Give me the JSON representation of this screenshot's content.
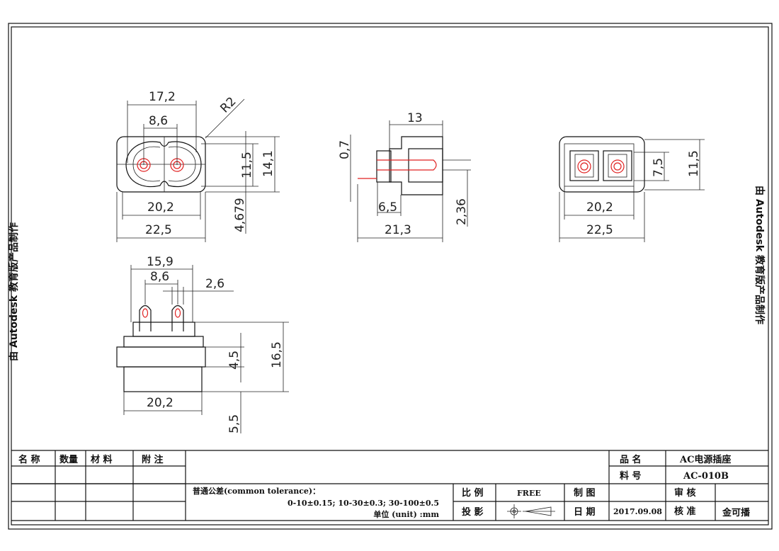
{
  "watermark": "由 Autodesk 教育版产品制作",
  "front_view": {
    "w_outer": "17,2",
    "pitch": "8,6",
    "w_body": "20,2",
    "w_total": "22,5",
    "h_total": "14,1",
    "h_inner": "11,5",
    "offset": "4,679",
    "radius": "R2"
  },
  "side_view": {
    "depth_body": "13",
    "gap": "0,7",
    "flange": "6,5",
    "depth_total": "21,3",
    "pin": "2,36"
  },
  "back_view": {
    "h_inner": "7,5",
    "h_total": "11,5",
    "w_body": "20,2",
    "w_total": "22,5"
  },
  "bottom_view": {
    "w_top": "15,9",
    "pitch": "8,6",
    "pin_w": "2,6",
    "height": "16,5",
    "flange": "4,5",
    "w_body": "20,2",
    "lower": "5,5"
  },
  "title_block": {
    "headers": [
      "名 称",
      "数量",
      "材 料",
      "附 注"
    ],
    "product_name_label": "品 名",
    "product_name": "AC电源插座",
    "part_no_label": "料 号",
    "part_no": "AC-010B",
    "tolerance_line1": "普通公差(common tolerance)：",
    "tolerance_line2": "0-10±0.15; 10-30±0.3; 30-100±0.5",
    "unit": "单位 (unit) :mm",
    "scale_label": "比 例",
    "scale": "FREE",
    "drawn_label": "制 图",
    "review_label": "审 核",
    "projection_label": "投 影",
    "date_label": "日 期",
    "date": "2017.09.08",
    "approve_label": "核 准",
    "approver": "金可播"
  }
}
